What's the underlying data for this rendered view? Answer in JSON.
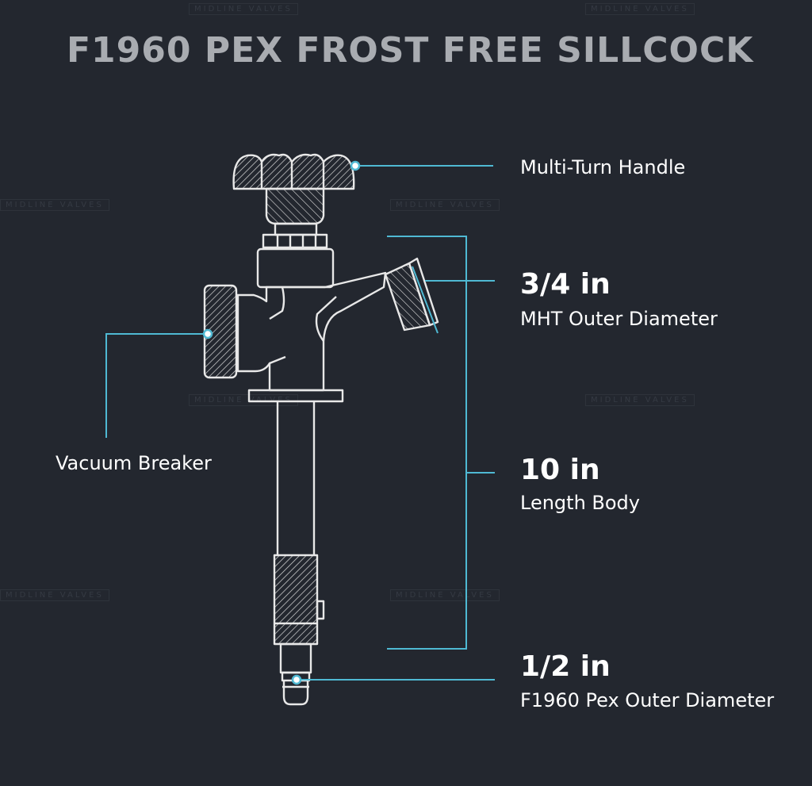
{
  "title": "F1960 PEX FROST FREE SILLCOCK",
  "watermark": "MIDLINE VALVES",
  "colors": {
    "background": "#23272f",
    "title": "#a9acb1",
    "accent": "#4fb9d3",
    "stroke": "#e8e8e8",
    "text": "#ffffff"
  },
  "callouts": {
    "handle": {
      "label": "Multi-Turn Handle"
    },
    "mht": {
      "value": "3/4 in",
      "label": "MHT Outer Diameter"
    },
    "body": {
      "value": "10 in",
      "label": "Length Body"
    },
    "pex": {
      "value": "1/2 in",
      "label": "F1960 Pex Outer Diameter"
    },
    "vacuum": {
      "label": "Vacuum Breaker"
    }
  }
}
